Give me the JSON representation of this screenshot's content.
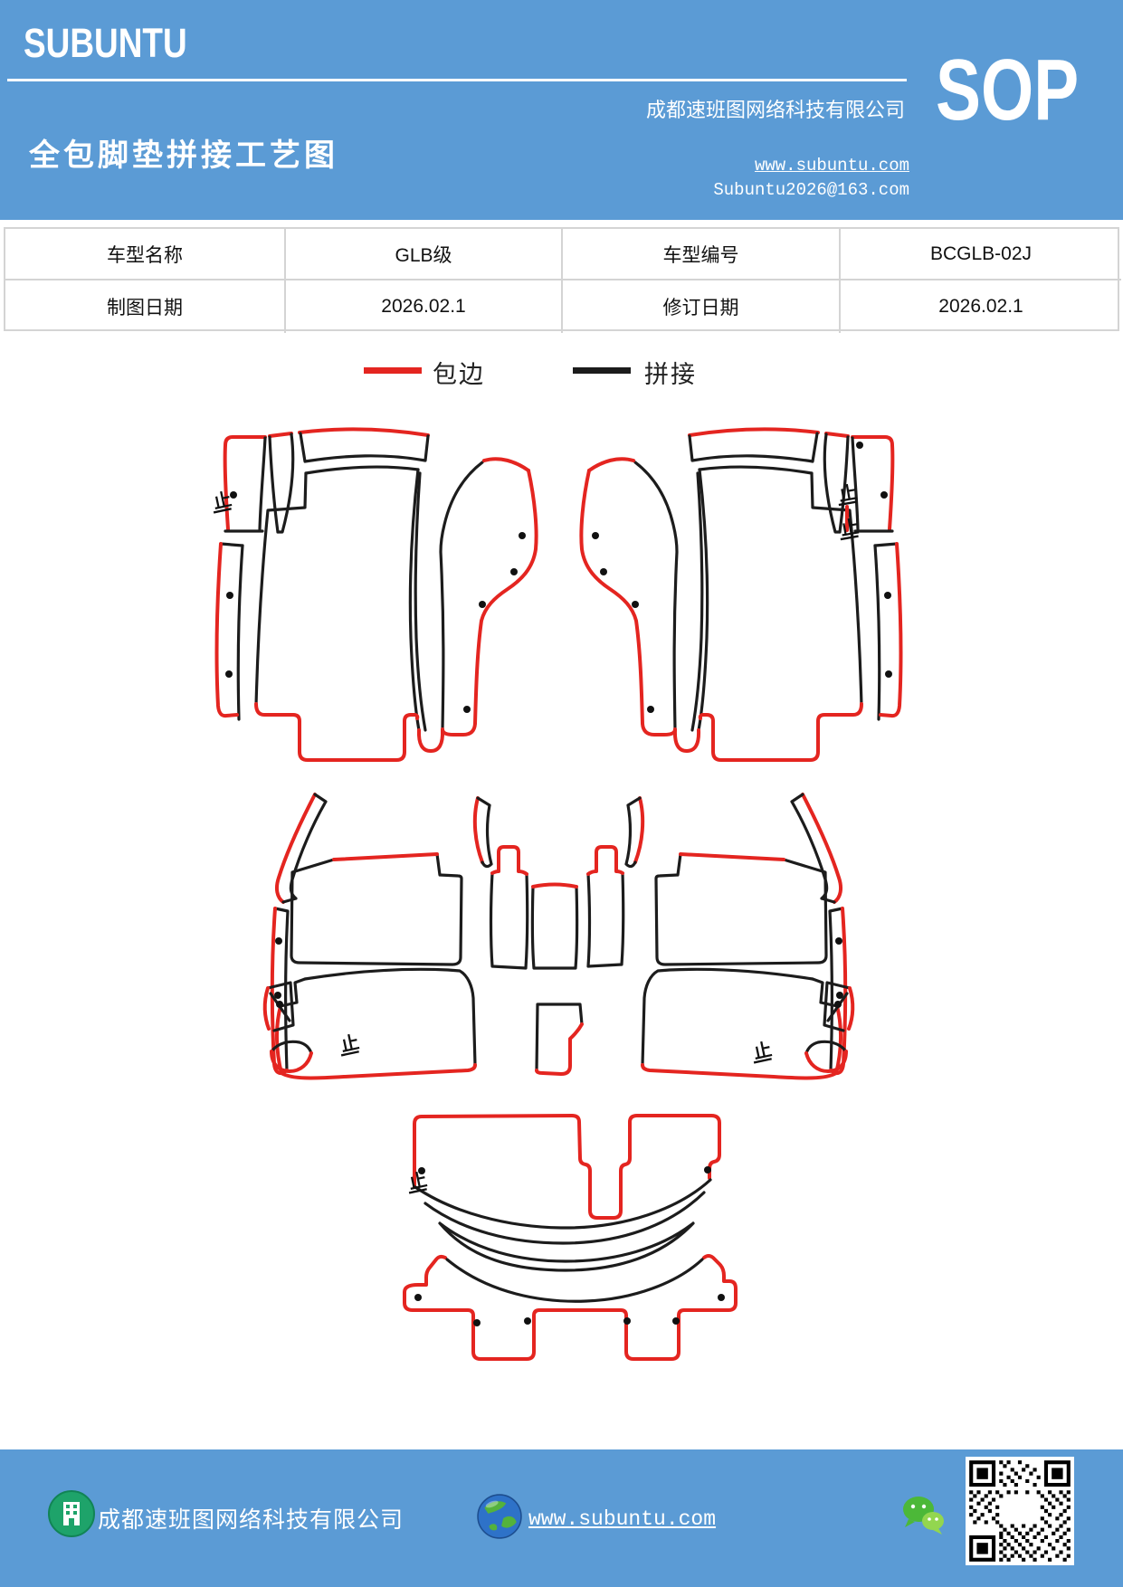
{
  "header": {
    "logo": "SUBUNTU",
    "company": "成都速班图网络科技有限公司",
    "title": "全包脚垫拼接工艺图",
    "website": "www.subuntu.com",
    "email": "Subuntu2026@163.com",
    "doc_type": "SOP"
  },
  "info_table": {
    "rows": [
      [
        "车型名称",
        "GLB级",
        "车型编号",
        "BCGLB-02J"
      ],
      [
        "制图日期",
        "2026.02.1",
        "修订日期",
        "2026.02.1"
      ]
    ]
  },
  "legend": {
    "items": [
      {
        "label": "包边",
        "color": "#e42520"
      },
      {
        "label": "拼接",
        "color": "#1c1c1c"
      }
    ]
  },
  "diagram": {
    "stop_marker": "止",
    "groups": [
      "front-row-mats",
      "second-row-mats",
      "trunk-mats"
    ]
  },
  "footer": {
    "company": "成都速班图网络科技有限公司",
    "website": "www.subuntu.com"
  },
  "colors": {
    "page_blue": "#5b9bd5",
    "accent_red": "#e42520",
    "line_black": "#1c1c1c",
    "table_border": "#d4d4d4"
  }
}
